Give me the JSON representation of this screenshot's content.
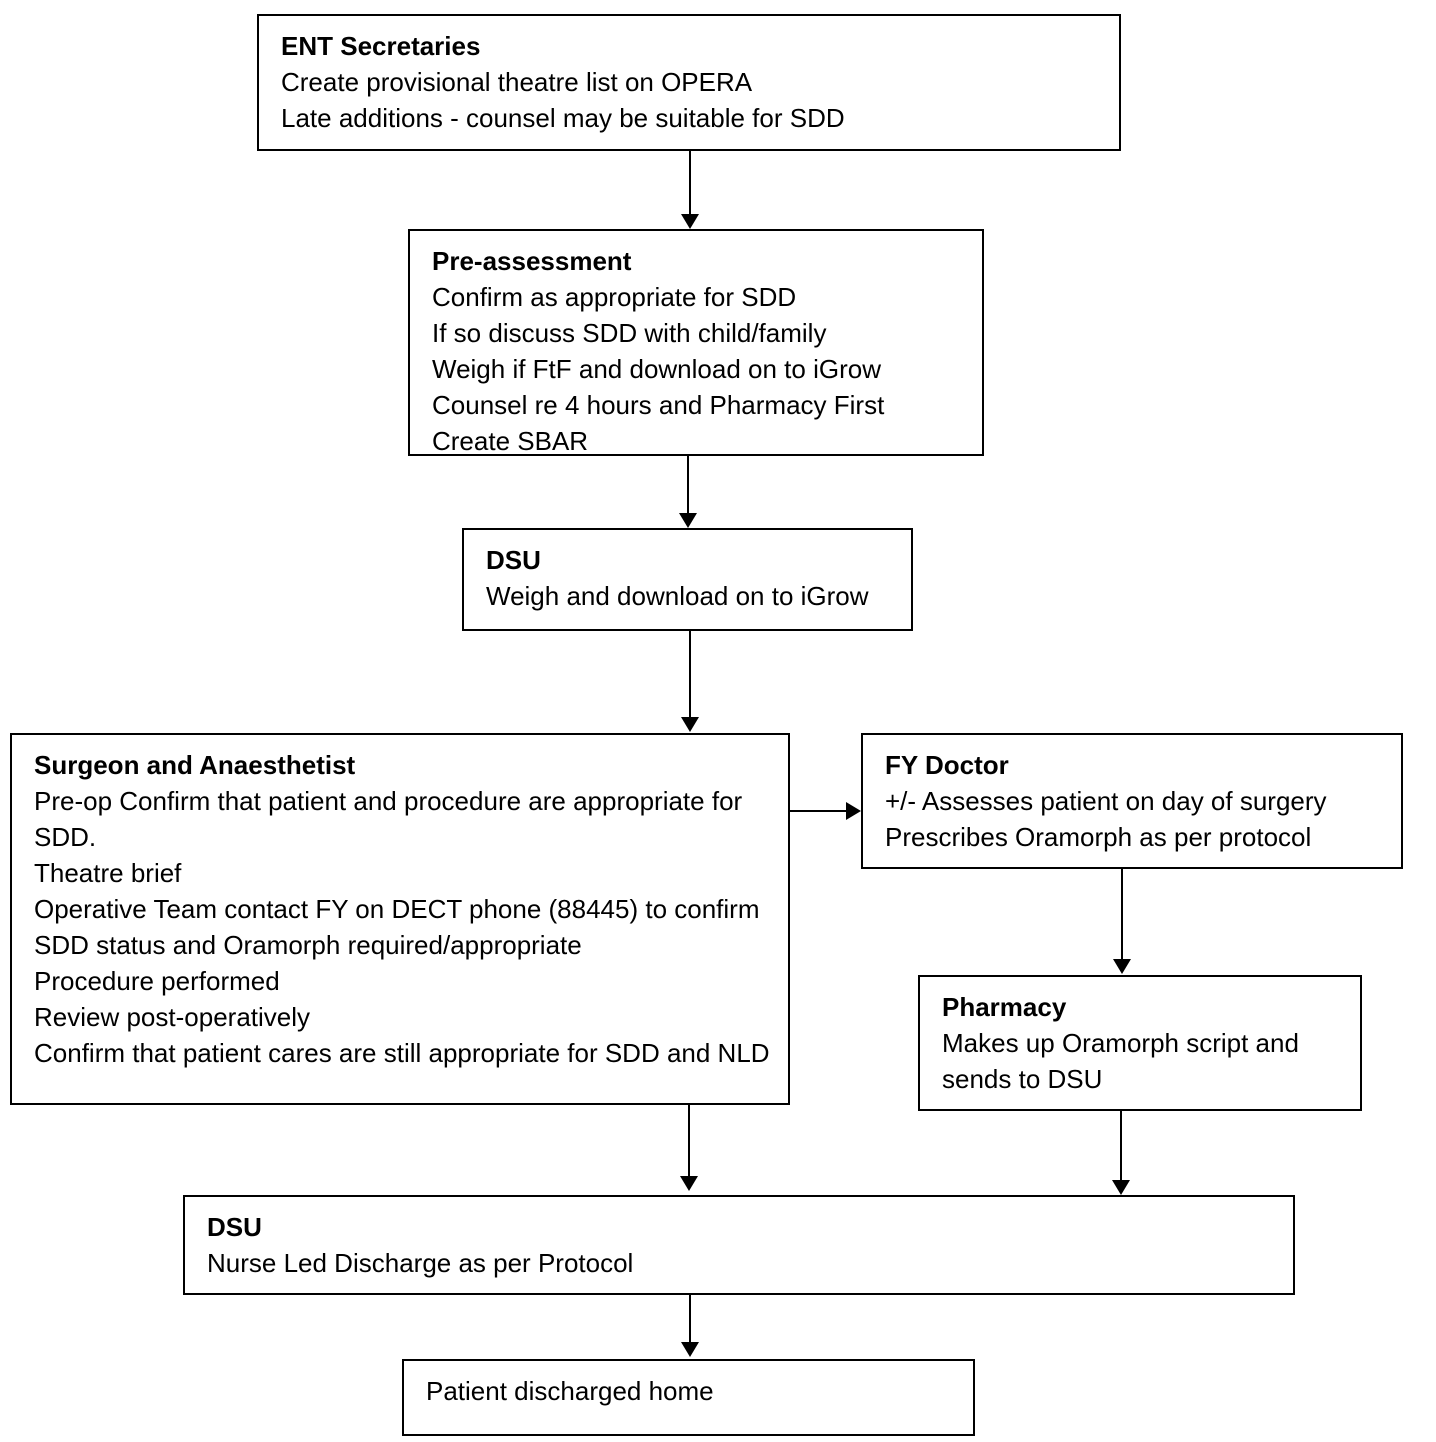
{
  "colors": {
    "line": "#000000",
    "text": "#000000",
    "background": "#ffffff"
  },
  "nodes": {
    "ent": {
      "title": "ENT Secretaries",
      "lines": [
        "Create provisional theatre list on OPERA",
        "Late additions - counsel may be suitable for SDD"
      ]
    },
    "preassessment": {
      "title": "Pre-assessment",
      "lines": [
        "Confirm as appropriate for SDD",
        "If so discuss SDD with child/family",
        "Weigh if FtF and download on to iGrow",
        "Counsel re 4 hours and Pharmacy First",
        "Create SBAR"
      ]
    },
    "dsu_weigh": {
      "title": "DSU",
      "lines": [
        "Weigh and download on to iGrow"
      ]
    },
    "surgeon": {
      "title": "Surgeon and Anaesthetist",
      "lines": [
        "Pre-op Confirm that patient and procedure are appropriate for SDD.",
        "Theatre brief",
        "Operative Team contact FY on DECT phone (88445) to confirm SDD status and Oramorph required/appropriate",
        "Procedure performed",
        "Review post-operatively",
        "Confirm that patient cares are still appropriate for SDD and NLD"
      ]
    },
    "fy_doctor": {
      "title": "FY Doctor",
      "lines": [
        "+/- Assesses patient on day of surgery",
        "Prescribes Oramorph as per protocol"
      ]
    },
    "pharmacy": {
      "title": "Pharmacy",
      "lines": [
        "Makes up Oramorph script and sends to DSU"
      ]
    },
    "dsu_discharge": {
      "title": "DSU",
      "lines": [
        "Nurse Led Discharge as per Protocol"
      ]
    },
    "discharged_home": {
      "lines": [
        "Patient discharged home"
      ]
    }
  }
}
